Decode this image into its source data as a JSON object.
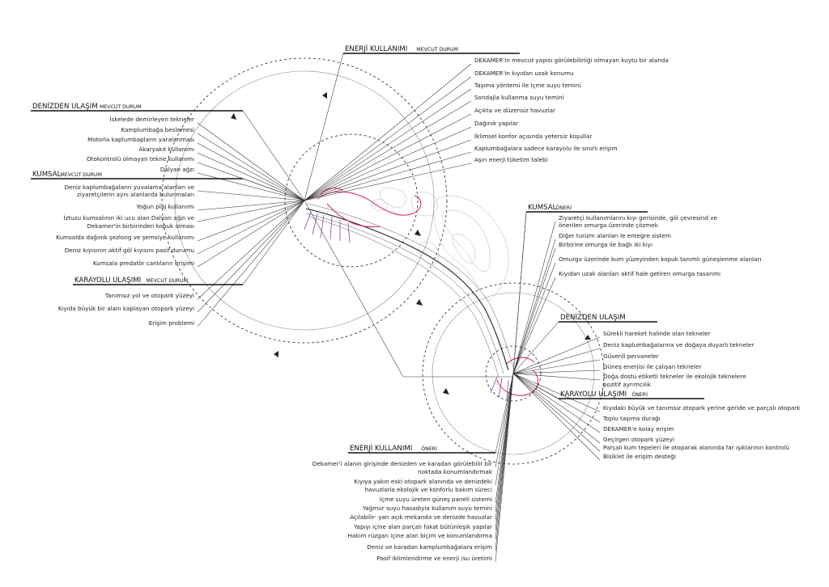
{
  "palette": {
    "ink": "#222222",
    "accent_red": "#d6204f",
    "accent_purple": "#8a3fa8",
    "circle": "#888888"
  },
  "headers": {
    "enerji_mevcut": {
      "title": "ENERJİ KULLANIMI",
      "sub": "MEVCUT DURUM"
    },
    "denizden_mevcut": {
      "title": "DENİZDEN ULAŞIM",
      "sub": "MEVCUT DURUM"
    },
    "kumsal_mevcut": {
      "title": "KUMSAL",
      "sub": "MEVCUT DURUM"
    },
    "karayolu_mevcut": {
      "title": "KARAYOLU ULAŞIMI",
      "sub": "MEVCUT DURUM"
    },
    "kumsal_oneri": {
      "title": "KUMSAL",
      "sub": "ÖNERİ"
    },
    "denizden_oneri": {
      "title": "DENİZDEN ULAŞIM",
      "sub": ""
    },
    "karayolu_oneri": {
      "title": "KARAYOLU ULAŞIMI",
      "sub": "ÖNERİ"
    },
    "enerji_oneri": {
      "title": "ENERJİ KULLANIMI",
      "sub": "ÖNERİ"
    }
  },
  "enerji_mevcut_items": [
    "DEKAMER'in mevcut yapısı görülebilirliği olmayan kuytu bir alanda",
    "DEKAMER'in kıyıdan uzak konumu",
    "Taşıma yöntemi ile içme suyu temini",
    "Sondajla kullanma suyu temini",
    "Açıkta ve düzensiz havuzlar",
    "Dağınık yapılar",
    "İklimsel konfor açısında yetersiz koşullar",
    "Kaplumbağalara sadece karayolu ile sınırlı erişim",
    "Aşırı enerji tüketim talebi"
  ],
  "denizden_mevcut_items": [
    "İskelede demirleyen tekneler",
    "Kamplumbağa beslemesi",
    "Motorla kaplumbapların yaralanması",
    "Akaryakıt kullanımı",
    "Otokontrolü olmayan tekne kullanımı",
    "Dalyan ağzı"
  ],
  "kumsal_mevcut_items": [
    "Deniz kaplumbağaların yuvalama alanları ve",
    "ziyaretçilerin aynı alanlarda bulunmaları",
    "Yoğun plaj kullanımı",
    "İztuzu kumsalının iki ucu olan Dalyan ağzı ve",
    "Dekamer'in birbirinden kopuk olması",
    "Kumsalda dağınık şezlong ve şemsiye kullanımı",
    "Deniz kıyısının aktif göl kıyısını pasif durumu",
    "Kumsala predatör canlıların erişimi"
  ],
  "karayolu_mevcut_items": [
    "Tanımsız yol ve otopark yüzeyi",
    "Kıyıda büyük bir alanı kaplayan otopark yüzeyi",
    "Erişim problemi"
  ],
  "kumsal_oneri_items": [
    "Ziyaretçi  kullanımlarını kıyı gerisinde, göl çevresind ve",
    "önerilen omurga üzerinde çözmek",
    "Diğer turizm alanları le entegre sistem",
    "Birbirine omurga ile bağlı iki kıyı",
    "Omurga üzerinde kum yüzeyinden kopuk tanımlı güneşlenme alanları",
    "Kıyıdan uzak alanları aktif hale getiren omurga tasarımı"
  ],
  "denizden_oneri_items": [
    "Sürekli hareket halinde olan tekneler",
    "Deniz kaplumbağalarına ve doğaya duyarlı tekneler",
    "Güvenli pervaneler",
    "Güneş enerjisi ile çalışan tekneler",
    "Doğa dostu etiketli tekneler ile ekolojik teknelere",
    "pozitif ayrımcılık"
  ],
  "karayolu_oneri_items": [
    "Kıyıdaki büyük ve tanımsız otopark yerine geride ve parçalı otopark",
    "Toplu taşıma durağı",
    "DEKAMER'e kolay erişim",
    "Geçirgen otopark yüzeyi",
    "Parçalı kum tepeleri ile otoparak alanında far ışıklarının kontrolü",
    "Bisiklet ile erişim desteği"
  ],
  "enerji_oneri_items": [
    "Dekamer'i alanın girişinde denizden ve karadan görülebilir bir",
    "noktada konumlandırmak",
    "Kıyıya yakın eski otopark alanında  ve denizdeki",
    "havuzlarla ekolojik ve konforlu bakım süreci",
    "İçme suyu üreten güneş paneli sistemi",
    "Yağmur suyu hasadıyla kullanım suyu temini",
    "Açılabilir- yarı açık mekanda ve denizde havuzlar",
    "Yapıyı içine alan parçalı fakat bütünleşik yapılar",
    "Hakim rüzgarı içine alan biçim ve konumlandırma",
    "Deniz ve karadan kamplumbağalara erişim",
    "Pasif iklimlendirme ve enerji /su üretimi"
  ]
}
